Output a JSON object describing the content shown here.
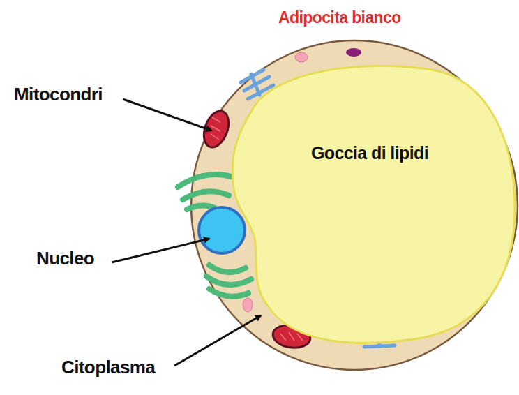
{
  "diagram": {
    "title": "Adipocita bianco",
    "nodes": [
      {
        "text": [
          "Goccia di lipidi"
        ]
      }
    ],
    "labels": [
      "Mitocondri",
      "Nucleo",
      "Citoplasma"
    ]
  }
}
